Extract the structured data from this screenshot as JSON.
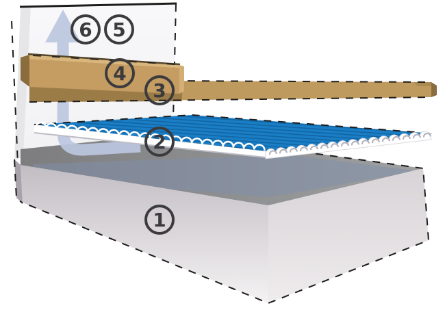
{
  "diagram": {
    "kind": "floor-construction-layers-illustration",
    "labels": [
      "1",
      "2",
      "3",
      "4",
      "5",
      "6"
    ],
    "badges": [
      {
        "label": "1",
        "target": "concrete-slab"
      },
      {
        "label": "2",
        "target": "corrugated-membrane"
      },
      {
        "label": "3",
        "target": "floor-plank"
      },
      {
        "label": "4",
        "target": "skirting-board"
      },
      {
        "label": "5",
        "target": "wall-upper-area"
      },
      {
        "label": "6",
        "target": "airflow-arrow-area"
      }
    ],
    "colors": {
      "background": "#ffffff",
      "outline": "#1c1c1c",
      "badge": "#3b3b3d",
      "wall_face": "#f7f7f9",
      "wall_side": "#e6e6e9",
      "membrane_blue": "#1a7ec6",
      "membrane_blue_dark": "#1265a2",
      "membrane_edge_white": "#ffffff",
      "plank_wood": "#bf9a5e",
      "plank_wood_shadow": "#9c7c46",
      "skirting_wood": "#c59d63",
      "skirting_bevel": "#d9b67c",
      "wood_end_dark": "#8a6c3d",
      "arrow_blue": "#bcc7e0",
      "slab_gray": "#8b8b8d",
      "slab_shadow_band": "#7f90ab"
    }
  }
}
